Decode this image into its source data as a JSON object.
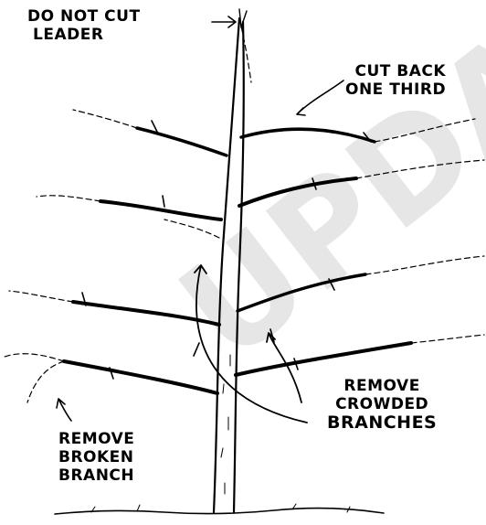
{
  "labels": {
    "leader": [
      "DO NOT CUT",
      "LEADER"
    ],
    "cut_back": [
      "CUT BACK",
      "ONE THIRD"
    ],
    "crowded": [
      "REMOVE",
      "CROWDED",
      "BRANCHES"
    ],
    "broken": [
      "REMOVE",
      "BROKEN",
      "BRANCH"
    ]
  },
  "watermark": "UPDATED",
  "colors": {
    "ink": "#000000",
    "background": "#ffffff",
    "watermark": "#e6e6e6"
  }
}
